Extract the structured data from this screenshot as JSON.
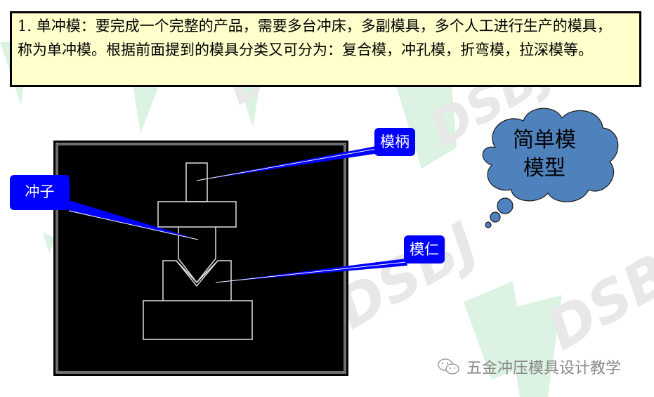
{
  "text_box": {
    "line1": "1. 单冲模：要完成一个完整的产品，需要多台冲床，多副模具，多个人工进行生产的模具，",
    "line2": "称为单冲模。根据前面提到的模具分类又可分为：复合模，冲孔模，折弯模，拉深模等。"
  },
  "diagram": {
    "callouts": {
      "handle": "模柄",
      "punch": "冲子",
      "die": "模仁"
    },
    "thought_bubble": {
      "line1": "简单模",
      "line2": "模型"
    }
  },
  "watermark": {
    "text": "DSBJ"
  },
  "footer": {
    "icon": "wechat-icon",
    "text": "五金冲压模具设计教学"
  },
  "colors": {
    "text_box_bg": "#ffffcc",
    "callout_blue": "#0000ff",
    "cloud_fill": "#4f81bd",
    "diagram_bg": "#000000",
    "watermark_green": "#d6f0dc",
    "watermark_gray": "#e6e6e6"
  }
}
